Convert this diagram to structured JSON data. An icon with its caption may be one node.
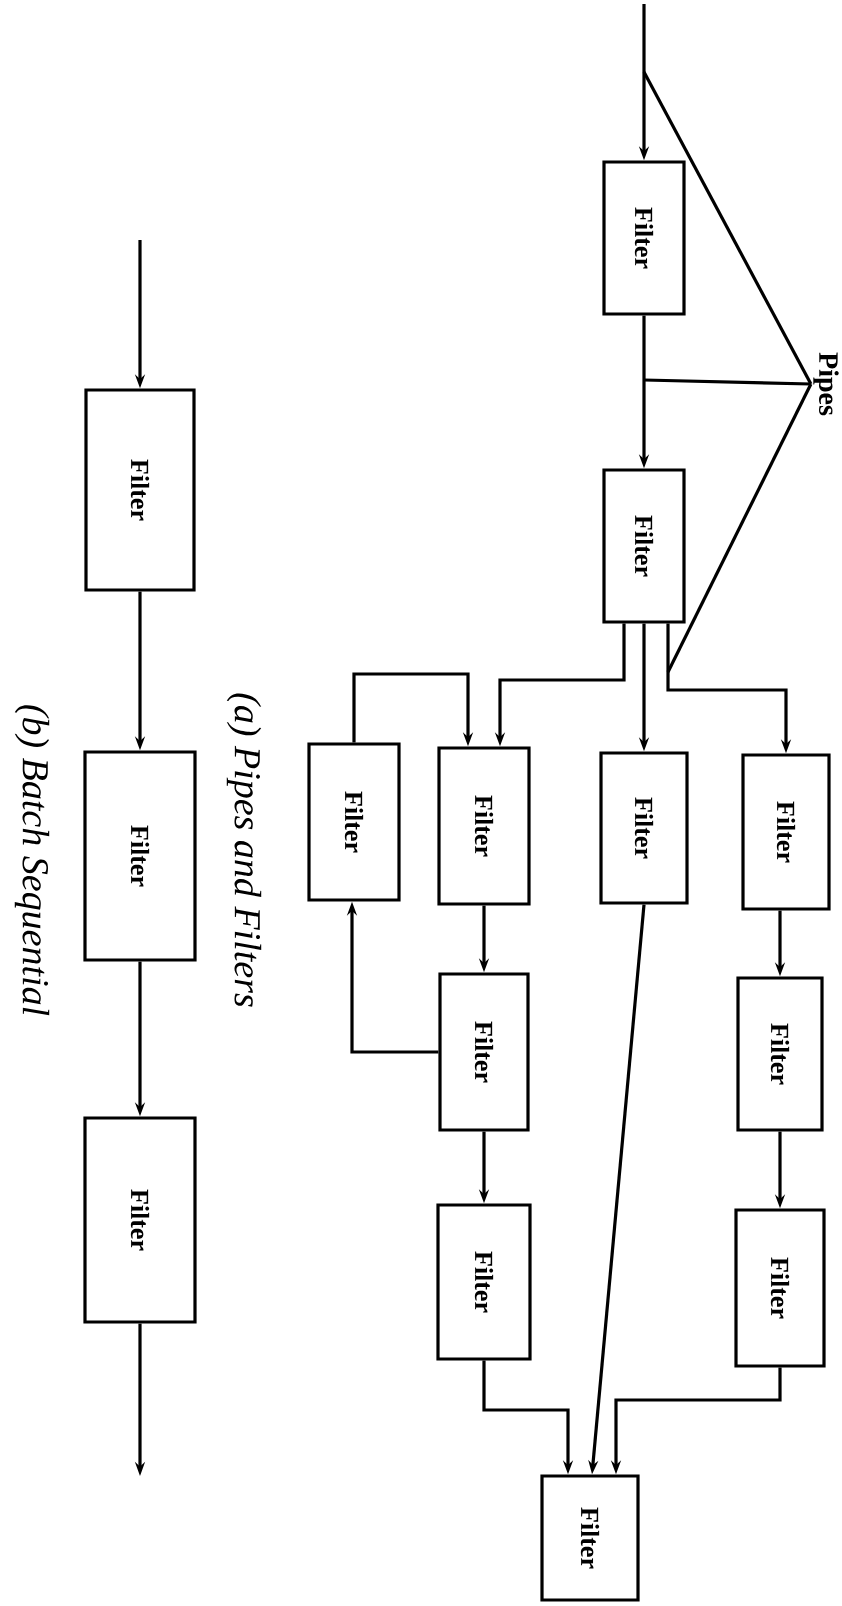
{
  "diagram": {
    "nodes": [
      {
        "text": [
          "Filter"
        ]
      },
      {
        "text": [
          "Filter"
        ]
      },
      {
        "text": [
          "Filter"
        ]
      },
      {
        "text": [
          "Filter"
        ]
      },
      {
        "text": [
          "Filter"
        ]
      },
      {
        "text": [
          "Filter"
        ]
      },
      {
        "text": [
          "Filter"
        ]
      },
      {
        "text": [
          "Filter"
        ]
      },
      {
        "text": [
          "Filter"
        ]
      },
      {
        "text": [
          "Filter"
        ]
      },
      {
        "text": [
          "Filter"
        ]
      },
      {
        "text": [
          "Pipes"
        ]
      },
      {
        "text": [
          "Filter"
        ]
      },
      {
        "text": [
          "Filter"
        ]
      },
      {
        "text": [
          "Filter"
        ]
      }
    ],
    "edges": [
      {
        "from": null,
        "to": 0,
        "arrow": "to"
      },
      {
        "from": 0,
        "to": 1,
        "arrow": "to"
      },
      {
        "from": 1,
        "to": 2,
        "arrow": "to"
      },
      {
        "from": 1,
        "to": 3,
        "arrow": "to"
      },
      {
        "from": 1,
        "to": 4,
        "arrow": "to"
      },
      {
        "from": 5,
        "to": 4,
        "arrow": "to"
      },
      {
        "from": 2,
        "to": 6,
        "arrow": "to"
      },
      {
        "from": 4,
        "to": 7,
        "arrow": "to"
      },
      {
        "from": 7,
        "to": 5,
        "arrow": "to"
      },
      {
        "from": 6,
        "to": 8,
        "arrow": "to"
      },
      {
        "from": 7,
        "to": 9,
        "arrow": "to"
      },
      {
        "from": 9,
        "to": 10,
        "arrow": "to"
      },
      {
        "from": 3,
        "to": 10,
        "arrow": "to"
      },
      {
        "from": 8,
        "to": 10,
        "arrow": "to"
      },
      {
        "from": 11,
        "to": null,
        "arrow": "none"
      },
      {
        "from": 11,
        "to": null,
        "arrow": "none"
      },
      {
        "from": 11,
        "to": null,
        "arrow": "none"
      },
      {
        "from": null,
        "to": 12,
        "arrow": "to"
      },
      {
        "from": 12,
        "to": 13,
        "arrow": "to"
      },
      {
        "from": 13,
        "to": 14,
        "arrow": "to"
      },
      {
        "from": 14,
        "to": null,
        "arrow": "to"
      }
    ],
    "labels": [
      "(a) Pipes and Filters",
      "(b) Batch Sequential"
    ]
  }
}
